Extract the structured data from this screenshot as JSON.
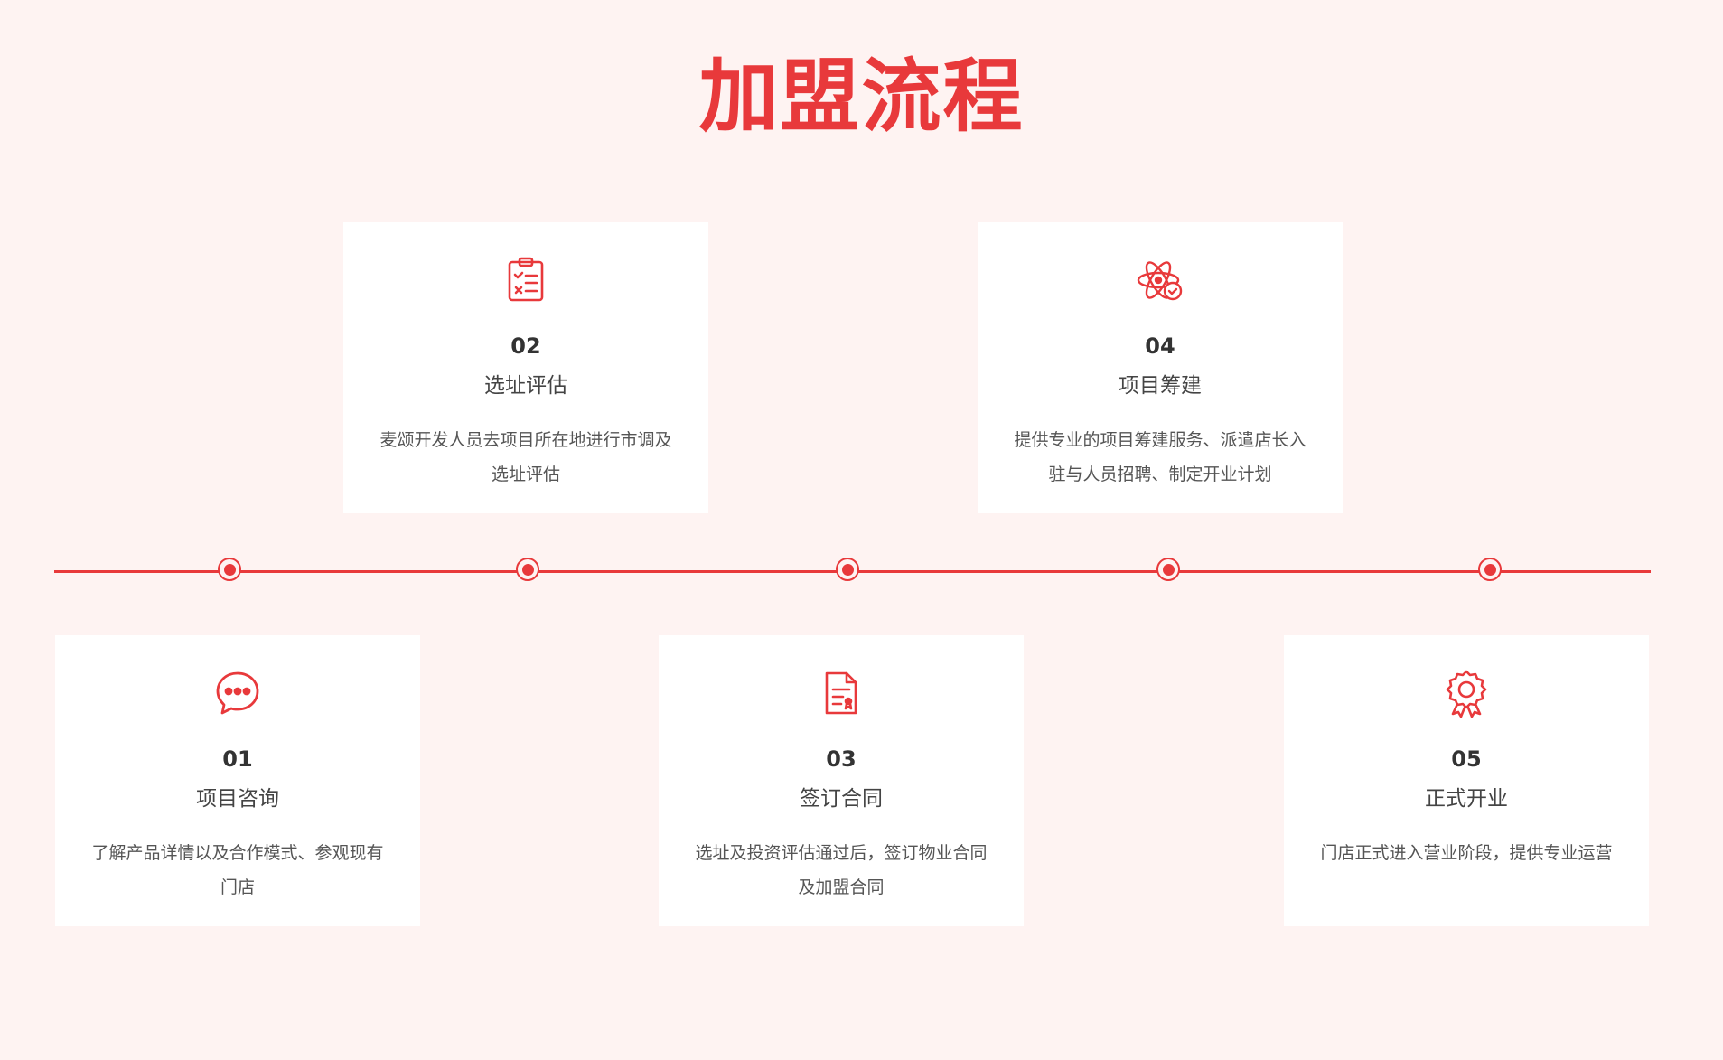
{
  "title": "加盟流程",
  "accent_color": "#e8393b",
  "background_color": "#fef3f2",
  "steps": [
    {
      "number": "01",
      "name": "项目咨询",
      "description": "了解产品详情以及合作模式、参观现有门店",
      "icon": "chat-bubble-icon"
    },
    {
      "number": "02",
      "name": "选址评估",
      "description": "麦颂开发人员去项目所在地进行市调及选址评估",
      "icon": "clipboard-checklist-icon"
    },
    {
      "number": "03",
      "name": "签订合同",
      "description": "选址及投资评估通过后，签订物业合同及加盟合同",
      "icon": "contract-document-icon"
    },
    {
      "number": "04",
      "name": "项目筹建",
      "description": "提供专业的项目筹建服务、派遣店长入驻与人员招聘、制定开业计划",
      "icon": "atom-check-icon"
    },
    {
      "number": "05",
      "name": "正式开业",
      "description": "门店正式进入营业阶段，提供专业运营",
      "icon": "award-badge-icon"
    }
  ]
}
